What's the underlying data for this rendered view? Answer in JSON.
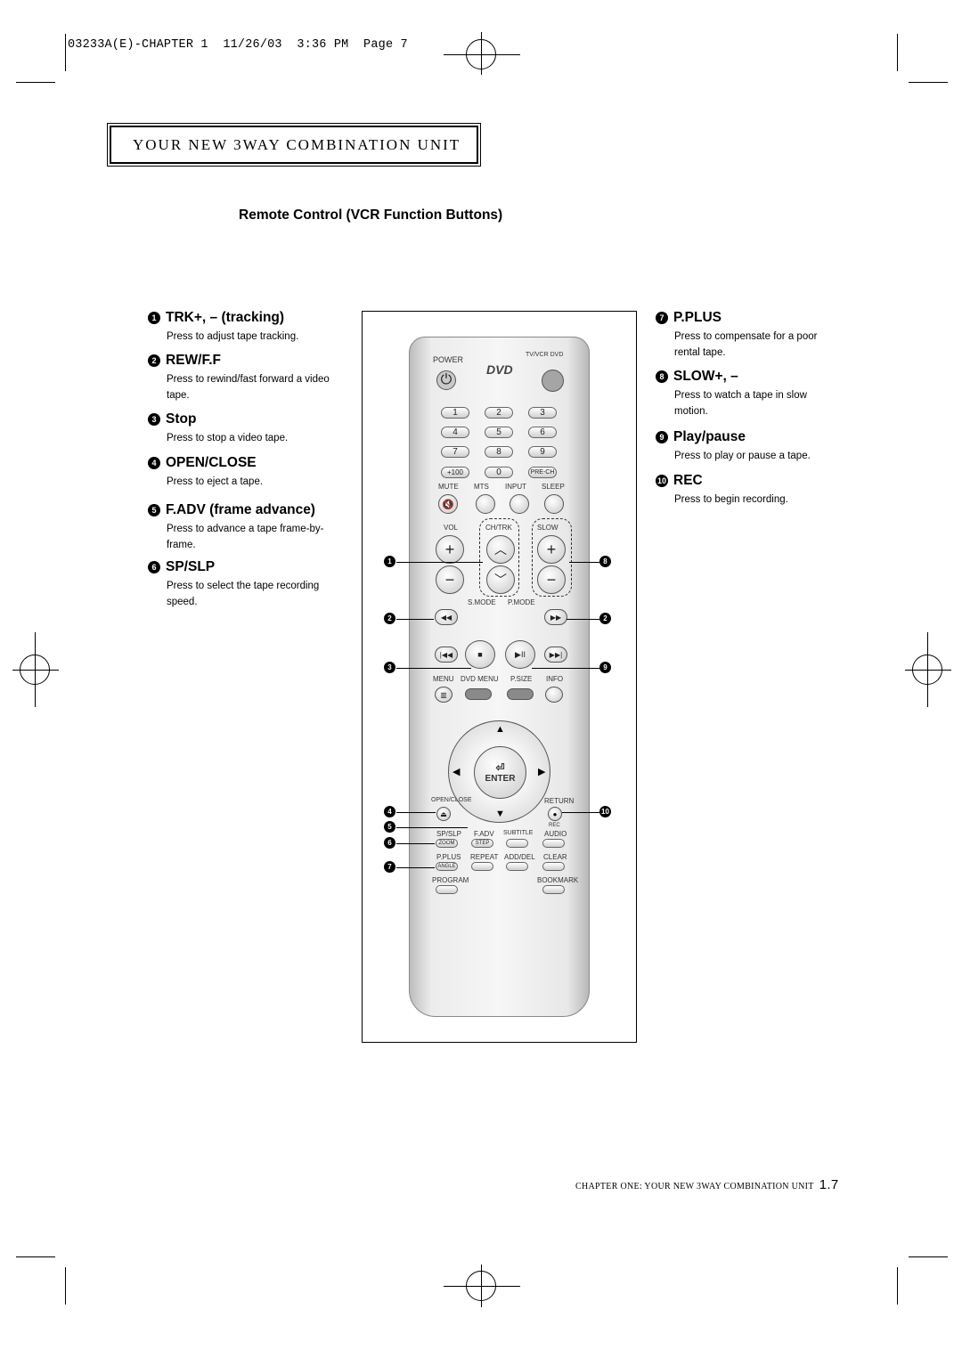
{
  "slug": "03233A(E)-CHAPTER 1  11/26/03  3:36 PM  Page 7",
  "chapter_banner": "YOUR NEW 3WAY COMBINATION UNIT",
  "section_title": "Remote Control (VCR Function Buttons)",
  "items_left": [
    {
      "num": "1",
      "title": "TRK+, – (tracking)",
      "desc": "Press to adjust tape tracking."
    },
    {
      "num": "2",
      "title": "REW/F.F",
      "desc": "Press to rewind/fast forward a video tape."
    },
    {
      "num": "3",
      "title": "Stop",
      "desc": "Press to stop a video tape."
    },
    {
      "num": "4",
      "title": "OPEN/CLOSE",
      "desc": "Press to eject a tape."
    },
    {
      "num": "5",
      "title": "F.ADV (frame advance)",
      "desc": "Press to advance a tape frame-by-frame."
    },
    {
      "num": "6",
      "title": "SP/SLP",
      "desc": "Press to select the tape recording speed."
    }
  ],
  "items_right": [
    {
      "num": "7",
      "title": "P.PLUS",
      "desc": "Press to compensate for a poor rental tape."
    },
    {
      "num": "8",
      "title": "SLOW+, –",
      "desc": "Press to watch a tape in slow motion."
    },
    {
      "num": "9",
      "title": "Play/pause",
      "desc": "Press to play or pause a tape."
    },
    {
      "num": "10",
      "title": "REC",
      "desc": "Press to begin recording."
    }
  ],
  "remote": {
    "power": "POWER",
    "tvvcr_dvd": "TV/VCR  DVD",
    "dvd_logo": "DVD",
    "digits": [
      "1",
      "2",
      "3",
      "4",
      "5",
      "6",
      "7",
      "8",
      "9",
      "+100",
      "0",
      "PRE-CH"
    ],
    "row_labels": [
      "MUTE",
      "MTS",
      "INPUT",
      "SLEEP"
    ],
    "vol": "VOL",
    "chtrk": "CH/TRK",
    "slow": "SLOW",
    "smode": "S.MODE",
    "pmode": "P.MODE",
    "menu_labels": [
      "MENU",
      "DVD MENU",
      "P.SIZE",
      "INFO"
    ],
    "enter": "ENTER",
    "open_close": "OPEN/CLOSE",
    "return": "RETURN",
    "rec": "REC",
    "bottom_row1": [
      "SP/SLP",
      "F.ADV",
      "SUBTITLE",
      "AUDIO"
    ],
    "bottom_row1_sub": [
      "ZOOM",
      "STEP"
    ],
    "bottom_row2": [
      "P.PLUS",
      "REPEAT",
      "ADD/DEL",
      "CLEAR"
    ],
    "bottom_row2_sub": [
      "ANGLE"
    ],
    "bottom_row3": [
      "PROGRAM",
      "BOOKMARK"
    ]
  },
  "footer": {
    "text": "CHAPTER ONE: YOUR NEW 3WAY COMBINATION UNIT",
    "page": "1.7"
  }
}
